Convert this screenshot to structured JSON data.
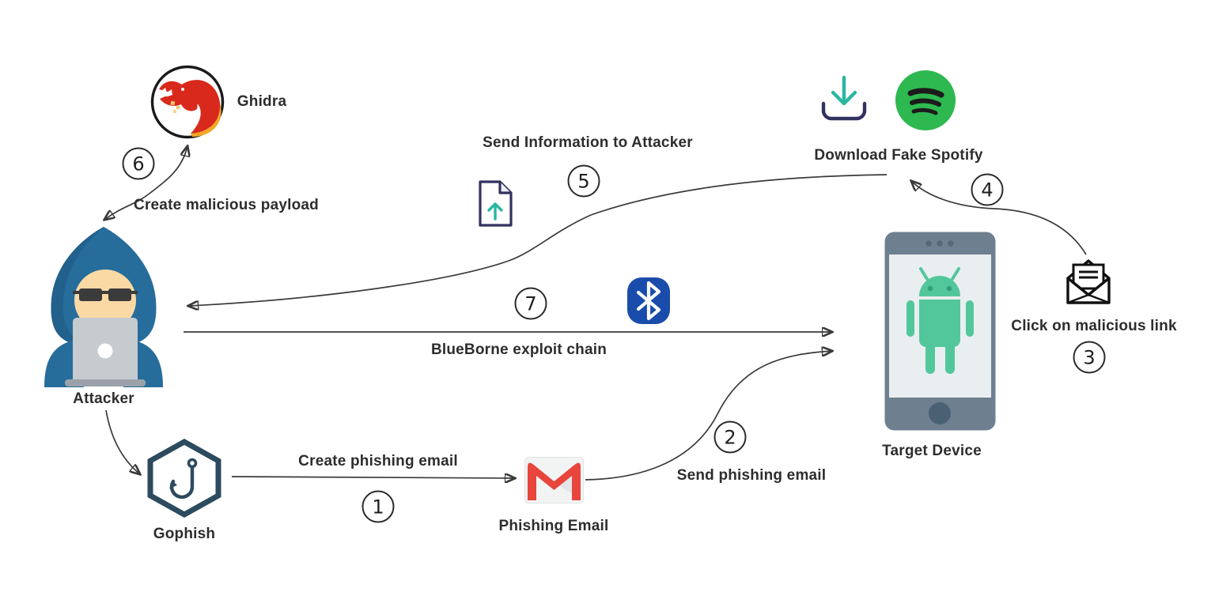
{
  "nodes": {
    "ghidra": {
      "label": "Ghidra"
    },
    "attacker": {
      "label": "Attacker"
    },
    "gophish": {
      "label": "Gophish"
    },
    "phishing_email": {
      "label": "Phishing Email"
    },
    "target_device": {
      "label": "Target Device"
    },
    "fake_spotify": {
      "label": "Download Fake Spotify"
    }
  },
  "steps": {
    "s1": {
      "number": "1",
      "label": "Create phishing email"
    },
    "s2": {
      "number": "2",
      "label": "Send phishing email"
    },
    "s3": {
      "number": "3",
      "label": "Click on malicious link"
    },
    "s4": {
      "number": "4"
    },
    "s5": {
      "number": "5",
      "label": "Send Information to Attacker"
    },
    "s6": {
      "number": "6",
      "label": "Create malicious payload"
    },
    "s7": {
      "number": "7",
      "label": "BlueBorne exploit chain"
    }
  },
  "icons": {
    "ghidra": "dragon-logo",
    "attacker": "hooded-hacker-with-laptop",
    "gophish": "fish-hook-hexagon",
    "phishing_email": "gmail-envelope",
    "bluetooth": "bluetooth-badge",
    "upload_document": "file-with-up-arrow",
    "download": "download-tray",
    "spotify": "spotify-logo",
    "malicious_link": "open-envelope-letter",
    "target_device": "android-phone"
  },
  "colors": {
    "background": "#ffffff",
    "arrow": "#3a3a3a",
    "text": "#2d2d2d",
    "ghidra_red": "#d8291c",
    "ghidra_orange": "#f5a623",
    "attacker_blue": "#266d9c",
    "skin": "#fbd9a5",
    "laptop_gray": "#c6cbd0",
    "gophish_navy": "#2d4a5e",
    "gmail_red": "#e8453c",
    "bluetooth_blue": "#1a4cab",
    "spotify_green": "#2eb850",
    "android_green": "#52c79b",
    "phone_slate": "#6e8090",
    "teal_accent": "#2ab7a0",
    "doc_navy": "#323260"
  }
}
